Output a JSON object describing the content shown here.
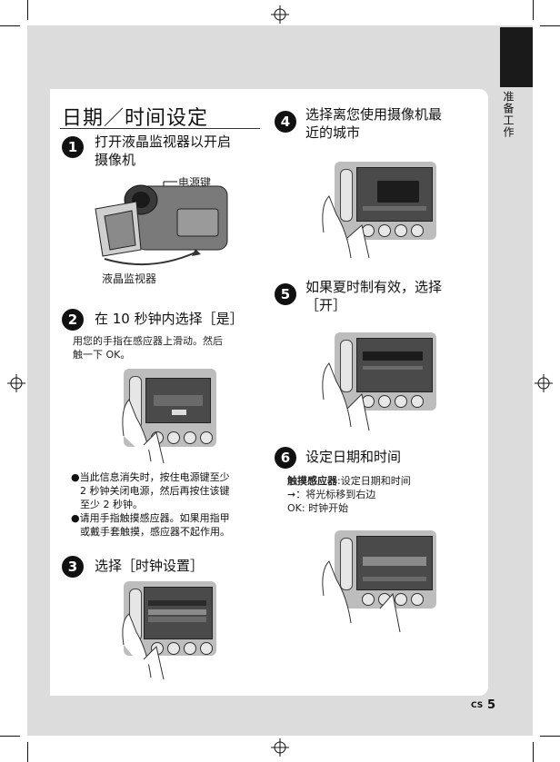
{
  "side_label": "准备工作",
  "title": "日期／时间设定",
  "steps": {
    "s1": {
      "num": "1",
      "title_line1": "打开液晶监视器以开启",
      "title_line2": "摄像机"
    },
    "s2": {
      "num": "2",
      "title": "在 10 秒钟内选择［是］"
    },
    "s3": {
      "num": "3",
      "title": "选择［时钟设置］"
    },
    "s4": {
      "num": "4",
      "title_line1": "选择离您使用摄像机最",
      "title_line2": "近的城市"
    },
    "s5": {
      "num": "5",
      "title_line1": "如果夏时制有效，选择",
      "title_line2": "［开］"
    },
    "s6": {
      "num": "6",
      "title": "设定日期和时间"
    }
  },
  "labels": {
    "power_key": "电源键",
    "lcd_monitor": "液晶监视器"
  },
  "step2_text": {
    "line1": "用您的手指在感应器上滑动。然后",
    "line2": "触一下 OK。"
  },
  "notes": [
    {
      "line1": "当此信息消失时，按住电源键至少",
      "line2": "2 秒钟关闭电源，然后再按住该键",
      "line3": "至少 2 秒钟。"
    },
    {
      "line1": "请用手指触摸感应器。如果用指甲",
      "line2": "或戴手套触摸，感应器不起作用。"
    }
  ],
  "step6_text": {
    "line1_bold": "触摸感应器",
    "line1_rest": ":设定日期和时间",
    "line2": "：将光标移到右边",
    "line3": "OK: 时钟开始"
  },
  "footer": {
    "lang": "CS",
    "page": "5"
  }
}
